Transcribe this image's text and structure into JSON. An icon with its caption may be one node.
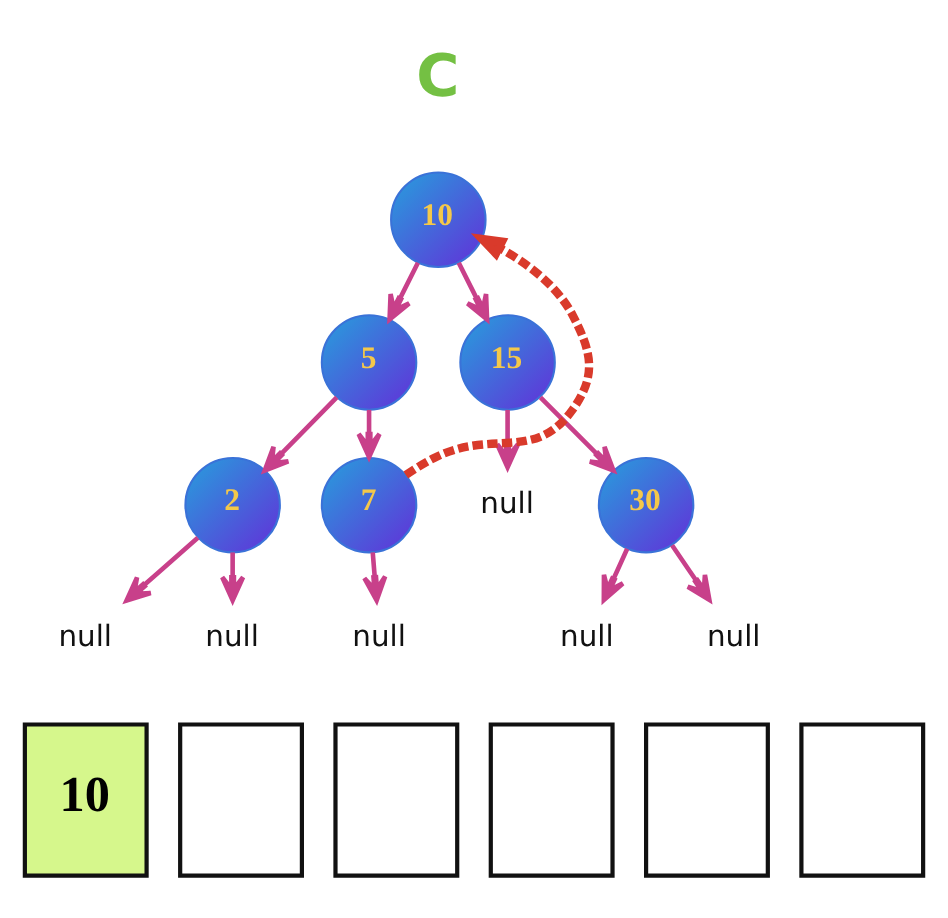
{
  "diagram": {
    "nodes": [
      {
        "text": [
          "10"
        ]
      },
      {
        "text": [
          "5"
        ]
      },
      {
        "text": [
          "15"
        ]
      },
      {
        "text": [
          "2"
        ]
      },
      {
        "text": [
          "7"
        ]
      },
      {
        "text": [
          "null"
        ]
      },
      {
        "text": [
          "30"
        ]
      },
      {
        "text": [
          "null"
        ]
      },
      {
        "text": [
          "null"
        ]
      },
      {
        "text": [
          "null"
        ]
      },
      {
        "text": [
          "null"
        ]
      },
      {
        "text": [
          "null"
        ]
      },
      {
        "text": [
          "10"
        ]
      },
      {
        "text": [],
        "shape": "box"
      },
      {
        "text": [],
        "shape": "box"
      },
      {
        "text": [],
        "shape": "box"
      },
      {
        "text": [],
        "shape": "box"
      },
      {
        "text": [],
        "shape": "box"
      }
    ],
    "edges": [
      {
        "from": 0,
        "to": 1,
        "arrow": "to"
      },
      {
        "from": 0,
        "to": 2,
        "arrow": "to"
      },
      {
        "from": 1,
        "to": 3,
        "arrow": "to"
      },
      {
        "from": 1,
        "to": 4,
        "arrow": "to"
      },
      {
        "from": 2,
        "to": 5,
        "arrow": "to"
      },
      {
        "from": 2,
        "to": 6,
        "arrow": "to"
      },
      {
        "from": 3,
        "to": 7,
        "arrow": "to"
      },
      {
        "from": 3,
        "to": 8,
        "arrow": "to"
      },
      {
        "from": 4,
        "to": 9,
        "arrow": "to"
      },
      {
        "from": 6,
        "to": 10,
        "arrow": "to"
      },
      {
        "from": 6,
        "to": 11,
        "arrow": "to"
      },
      {
        "from": 4,
        "to": 0,
        "arrow": "to",
        "style": "dashed",
        "color": "#d93a2b"
      }
    ],
    "labels": [
      "C"
    ]
  }
}
